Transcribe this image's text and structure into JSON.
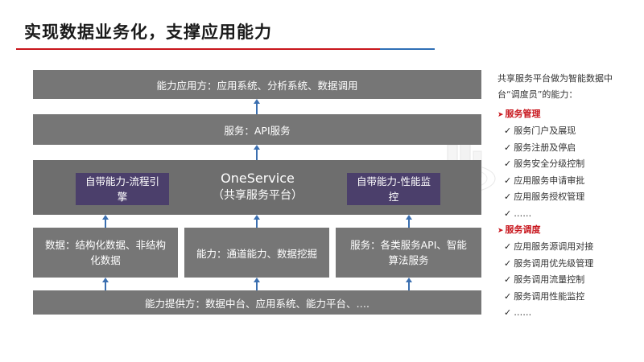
{
  "page": {
    "title": "实现数据业务化，支撑应用能力"
  },
  "diagram": {
    "top_box": "能力应用方：应用系统、分析系统、数据调用",
    "api_box": "服务：API服务",
    "core": {
      "title": "OneService",
      "subtitle": "（共享服务平台）",
      "left_module": "自带能力-流程引擎",
      "right_module": "自带能力-性能监控"
    },
    "data_box": "数据：结构化数据、非结构化数据",
    "ability_box": "能力：通道能力、数据挖掘",
    "service_box": "服务：各类服务API、智能算法服务",
    "provider_box": "能力提供方：数据中台、应用系统、能力平台、…."
  },
  "sidebar": {
    "intro": "共享服务平台做为智能数据中台“调度员”的能力：",
    "sections": [
      {
        "title": "服务管理",
        "items": [
          "服务门户及展现",
          "服务注册及停启",
          "服务安全分级控制",
          "应用服务申请审批",
          "应用服务授权管理",
          "……"
        ]
      },
      {
        "title": "服务调度",
        "items": [
          "应用服务源调用对接",
          "服务调用优先级管理",
          "服务调用流量控制",
          "服务调用性能监控",
          "……"
        ]
      }
    ]
  }
}
